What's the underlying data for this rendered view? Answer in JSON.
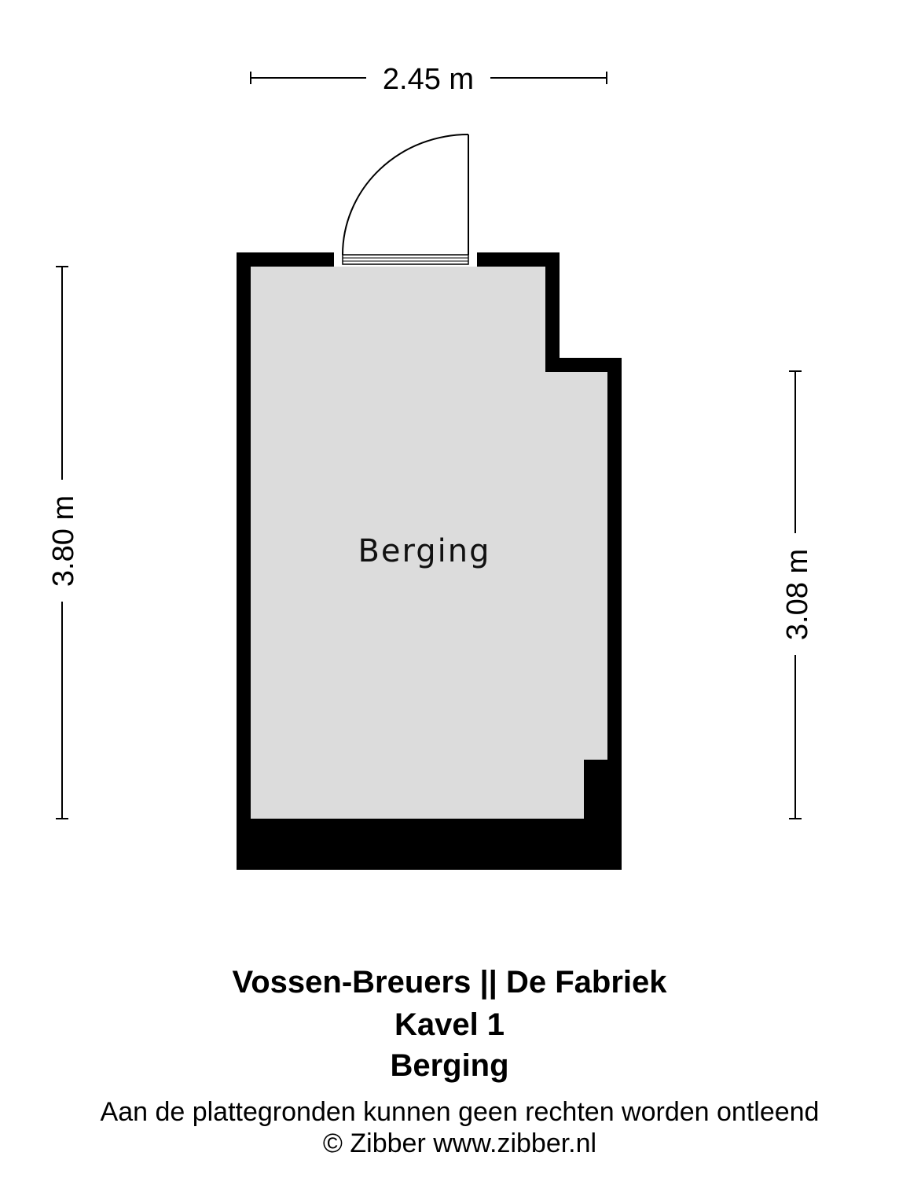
{
  "dimensions": {
    "top_width": "2.45 m",
    "left_height": "3.80 m",
    "right_height": "3.08 m"
  },
  "room": {
    "label": "Berging"
  },
  "title": {
    "line1": "Vossen-Breuers || De Fabriek",
    "line2": "Kavel 1",
    "line3": "Berging"
  },
  "footer": {
    "disclaimer": "Aan de plattegronden kunnen geen rechten worden ontleend",
    "copyright": "© Zibber www.zibber.nl"
  },
  "colors": {
    "wall": "#000000",
    "floor": "#dcdcdc",
    "background": "#ffffff"
  }
}
